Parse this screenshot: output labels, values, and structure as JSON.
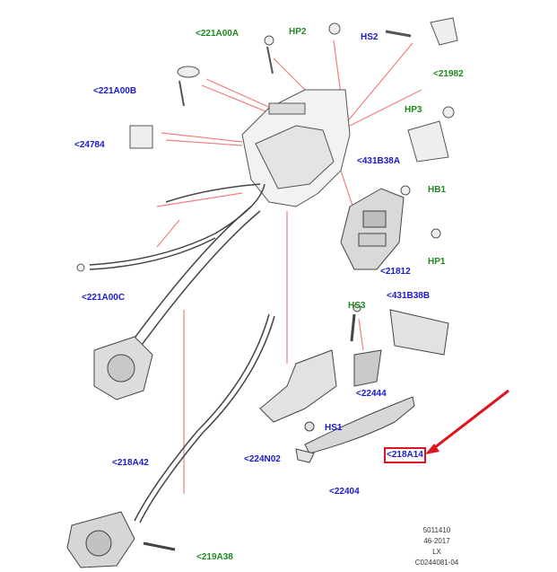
{
  "callouts": {
    "c221A00A": "<221A00A",
    "hp2": "HP2",
    "hs2": "HS2",
    "c21982": "<21982",
    "c221A00B": "<221A00B",
    "c24784": "<24784",
    "hp3": "HP3",
    "c431B38A": "<431B38A",
    "hb1": "HB1",
    "c21812": "<21812",
    "hp1": "HP1",
    "c221A00C": "<221A00C",
    "c431B38B": "<431B38B",
    "hs3": "HS3",
    "c22444": "<22444",
    "hs1": "HS1",
    "c224N02": "<224N02",
    "c218A14": "<218A14",
    "c218A42": "<218A42",
    "c22404": "<22404",
    "c219A38": "<219A38"
  },
  "footer": {
    "line1": "5011410",
    "line2": "46-2017",
    "line3": "LX",
    "line4": "C0244081-04"
  },
  "colors": {
    "ford_part_label": "#1a1ad0",
    "hardware_label": "#1f8a1f",
    "leader_line": "#f08080",
    "highlight_arrow": "#e0141e"
  }
}
